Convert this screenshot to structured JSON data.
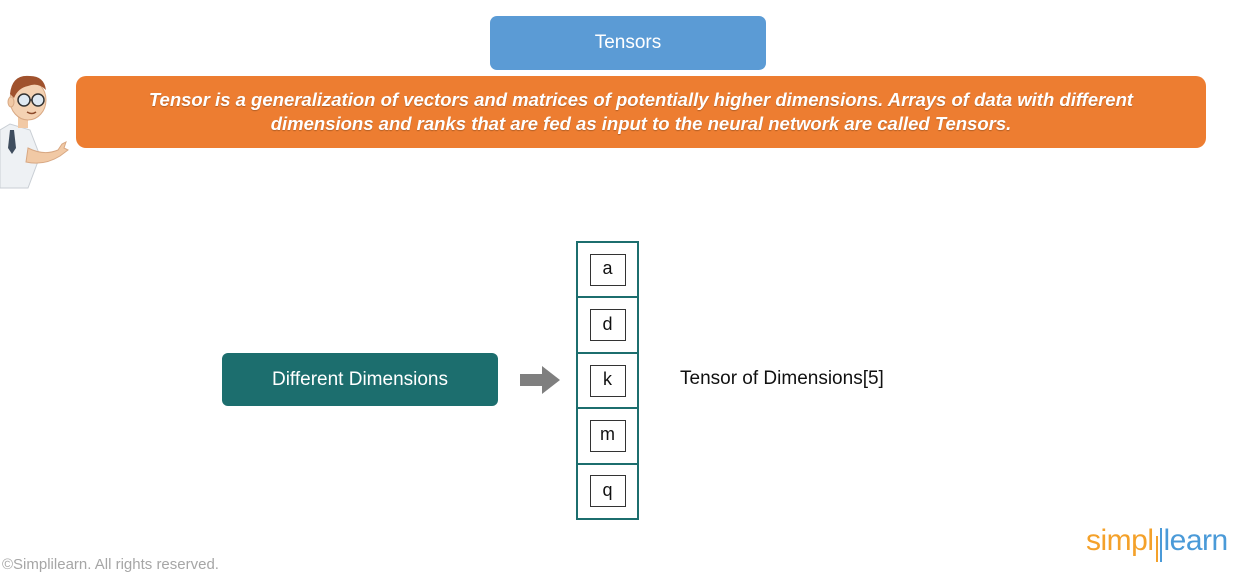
{
  "slide": {
    "title": "Tensors",
    "definition": "Tensor is a generalization of vectors and matrices of potentially higher dimensions. Arrays of data with different dimensions and ranks that are fed as input to the neural network are called Tensors."
  },
  "diagram": {
    "source_label": "Different Dimensions",
    "tensor_cells": [
      "a",
      "d",
      "k",
      "m",
      "q"
    ],
    "result_label": "Tensor of Dimensions[5]"
  },
  "footer": {
    "copyright": "©Simplilearn. All rights reserved.",
    "logo_part1": "simpl",
    "logo_part2": "learn"
  },
  "colors": {
    "title_blue": "#5b9bd5",
    "banner_orange": "#ed7d31",
    "teal": "#1c6e6e",
    "arrow_gray": "#7f7f7f",
    "logo_orange": "#f4a12a",
    "logo_blue": "#4a9ad8"
  },
  "icons": {
    "presenter": "cartoon-presenter-pointing",
    "arrow": "right-arrow-icon"
  }
}
